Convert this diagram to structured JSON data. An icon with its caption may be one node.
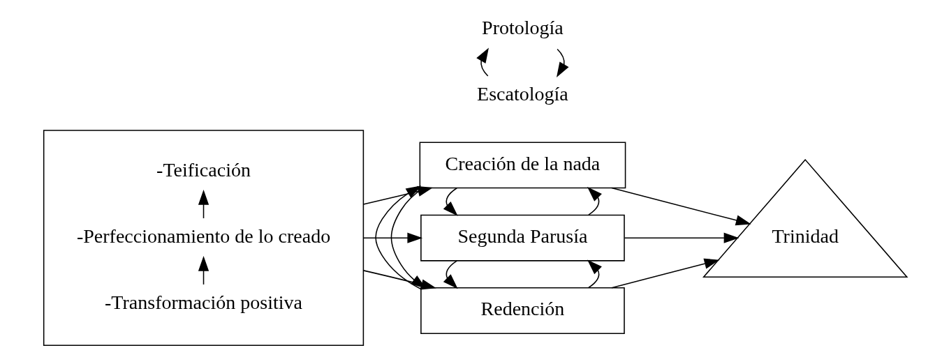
{
  "diagram": {
    "nodes": [
      {
        "text": [],
        "shape": "box"
      },
      {
        "text": [
          "-Transformación positiva"
        ],
        "in": 0
      },
      {
        "text": [
          "-Perfeccionamiento de lo creado"
        ],
        "in": 0
      },
      {
        "text": [
          "-Teificación"
        ],
        "in": 0
      },
      {
        "text": [
          "Protología"
        ]
      },
      {
        "text": [
          "Creación de la nada"
        ]
      },
      {
        "text": [
          "Redención"
        ]
      },
      {
        "text": [
          "Segunda Parusía"
        ]
      },
      {
        "text": [
          "Escatología"
        ]
      },
      {
        "text": [
          "Trinidad"
        ]
      }
    ],
    "edges": [
      {
        "from": 1,
        "to": 2,
        "arrow": "to"
      },
      {
        "from": 2,
        "to": 3,
        "arrow": "to"
      },
      {
        "from": 0,
        "to": 5,
        "arrow": "to"
      },
      {
        "from": 0,
        "to": 6,
        "arrow": "to"
      },
      {
        "from": 0,
        "to": 7,
        "arrow": "to"
      },
      {
        "from": 5,
        "to": 6,
        "arrow": "to"
      },
      {
        "from": 6,
        "to": 5,
        "arrow": "to"
      },
      {
        "from": 6,
        "to": 7,
        "arrow": "to"
      },
      {
        "from": 7,
        "to": 6,
        "arrow": "to"
      },
      {
        "from": 7,
        "to": 5,
        "arrow": "to"
      },
      {
        "from": 5,
        "to": 7,
        "arrow": "to"
      },
      {
        "from": 5,
        "to": 9,
        "arrow": "to"
      },
      {
        "from": 6,
        "to": 9,
        "arrow": "to"
      },
      {
        "from": 7,
        "to": 9,
        "arrow": "to"
      },
      {
        "from": 4,
        "to": 8,
        "arrow": "to"
      },
      {
        "from": 8,
        "to": 4,
        "arrow": "to"
      }
    ]
  }
}
